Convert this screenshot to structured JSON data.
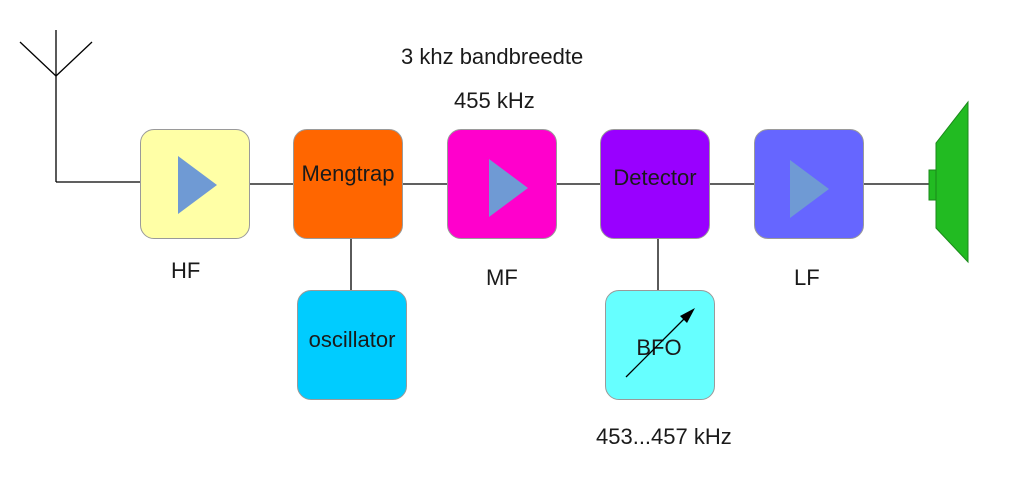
{
  "captions": {
    "bandwidth": "3 khz bandbreedte",
    "if_freq": "455 kHz",
    "hf": "HF",
    "mf": "MF",
    "lf": "LF",
    "bfo_range": "453...457 kHz"
  },
  "blocks": {
    "mixer": "Mengtrap",
    "oscillator": "oscillator",
    "detector": "Detector",
    "bfo": "BFO"
  },
  "colors": {
    "hf": "#ffffa6",
    "mixer": "#ff6600",
    "mf": "#ff00cc",
    "detector": "#9900ff",
    "lf": "#6666ff",
    "oscillator": "#00ccff",
    "bfo": "#66ffff",
    "speaker": "#22bb22",
    "amp_triangle": "#6f9ad4"
  },
  "icons": [
    "antenna-icon",
    "amplifier-icon",
    "variable-arrow-icon",
    "loudspeaker-icon"
  ]
}
